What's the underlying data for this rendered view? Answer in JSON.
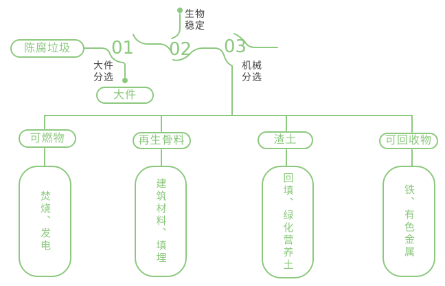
{
  "theme": {
    "accent_green": "#8cc87e",
    "text_dark": "#404040",
    "background": "#ffffff"
  },
  "diagram": {
    "source_label": "陈腐垃圾",
    "steps": [
      {
        "number": "01",
        "side_label": "大件\n分选",
        "output_label": "大件"
      },
      {
        "number": "02",
        "side_label": "生物\n稳定"
      },
      {
        "number": "03",
        "side_label": "机械\n分选"
      }
    ],
    "branches": [
      {
        "category": "可燃物",
        "result": "焚烧、发电"
      },
      {
        "category": "再生骨料",
        "result": "建筑材料、填埋"
      },
      {
        "category": "渣土",
        "result": "回填、绿化营养土"
      },
      {
        "category": "可回收物",
        "result": "铁、有色金属"
      }
    ]
  }
}
